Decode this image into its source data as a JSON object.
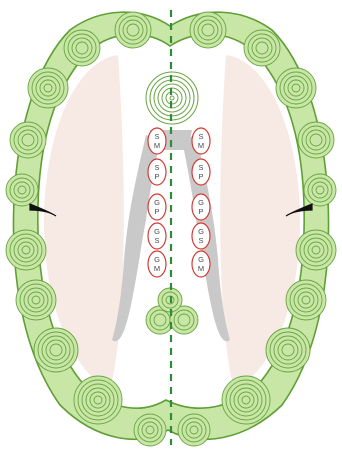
{
  "diagram": {
    "colors": {
      "cortex_fill": "#c8e6a6",
      "cortex_stroke": "#5f9f35",
      "ring_stroke": "#6aa443",
      "hemisphere_fill": "#f7e9e4",
      "ventricle_fill": "#c9c9c9",
      "label_ring": "#d23a32",
      "midline": "#2e8b3a",
      "fissure": "#111111"
    },
    "labels": [
      {
        "side": "left",
        "level": 1,
        "line1": "S",
        "line2": "M"
      },
      {
        "side": "right",
        "level": 1,
        "line1": "S",
        "line2": "M"
      },
      {
        "side": "left",
        "level": 2,
        "line1": "S",
        "line2": "P"
      },
      {
        "side": "right",
        "level": 2,
        "line1": "S",
        "line2": "P"
      },
      {
        "side": "left",
        "level": 3,
        "line1": "G",
        "line2": "P"
      },
      {
        "side": "right",
        "level": 3,
        "line1": "G",
        "line2": "P"
      },
      {
        "side": "left",
        "level": 4,
        "line1": "G",
        "line2": "S"
      },
      {
        "side": "right",
        "level": 4,
        "line1": "G",
        "line2": "S"
      },
      {
        "side": "left",
        "level": 5,
        "line1": "G",
        "line2": "M"
      },
      {
        "side": "right",
        "level": 5,
        "line1": "G",
        "line2": "M"
      }
    ]
  }
}
